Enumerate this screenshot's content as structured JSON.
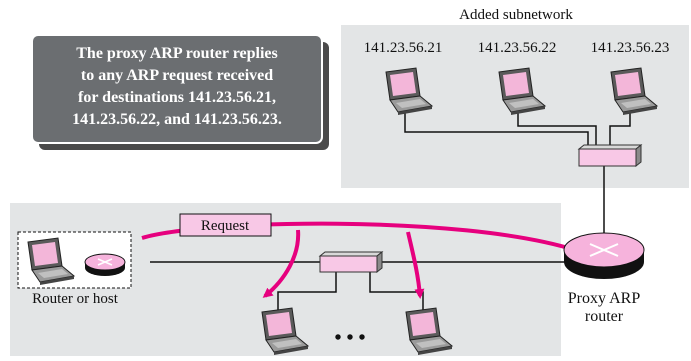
{
  "diagram": {
    "added_subnetwork_title": "Added subnetwork",
    "hosts": [
      {
        "ip": "141.23.56.21"
      },
      {
        "ip": "141.23.56.22"
      },
      {
        "ip": "141.23.56.23"
      }
    ],
    "callout_lines": [
      "The proxy ARP router replies",
      "to any ARP request received",
      "for destinations 141.23.56.21,",
      "141.23.56.22, and 141.23.56.23."
    ],
    "request_label": "Request",
    "source_label": "Router or host",
    "proxy_label_lines": [
      "Proxy ARP",
      "router"
    ],
    "ellipsis": "• • •",
    "colors": {
      "panel": "#e3e5e6",
      "callout": "#6b6e71",
      "request_arrow": "#e6007e",
      "router": "#f6b3dc",
      "switch": "#f8c8e6",
      "screen": "#f3b6d9"
    }
  }
}
